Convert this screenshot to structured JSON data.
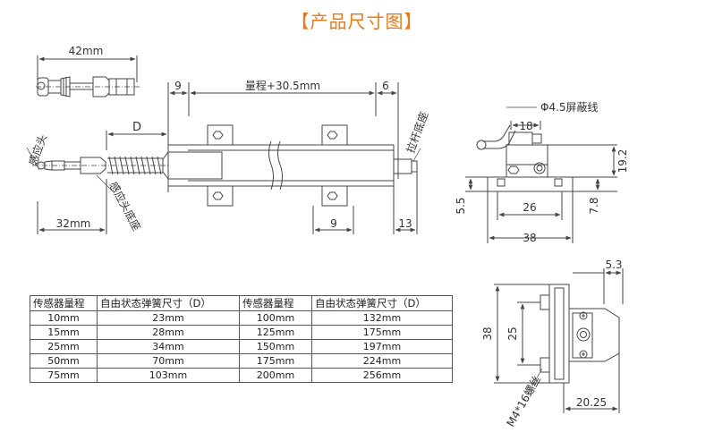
{
  "title": "【产品尺寸图】",
  "side_view": {
    "dim_42mm": "42mm",
    "dim_9_left": "9",
    "dim_range": "量程+30.5mm",
    "dim_6": "6",
    "dim_D": "D",
    "label_sensor_head": "感应头",
    "label_head_base": "感应头底座",
    "label_rod_base": "拉杆底座",
    "dim_32mm": "32mm",
    "dim_9_bottom": "9",
    "dim_13": "13"
  },
  "end_view": {
    "label_shield_cable": "Φ4.5屏蔽线",
    "dim_18": "18",
    "dim_19_2": "19.2",
    "dim_5_5": "5.5",
    "dim_26": "26",
    "dim_7_8": "7.8",
    "dim_38": "38"
  },
  "bracket_view": {
    "dim_5_3": "5.3",
    "dim_38": "38",
    "dim_25": "25",
    "label_screw": "M4*16螺丝",
    "dim_20_25": "20.25"
  },
  "table": {
    "headers": [
      "传感器量程",
      "自由状态弹簧尺寸（D）",
      "传感器量程",
      "自由状态弹簧尺寸（D）"
    ],
    "rows": [
      [
        "10mm",
        "23mm",
        "100mm",
        "132mm"
      ],
      [
        "15mm",
        "28mm",
        "125mm",
        "175mm"
      ],
      [
        "25mm",
        "34mm",
        "150mm",
        "197mm"
      ],
      [
        "50mm",
        "70mm",
        "175mm",
        "224mm"
      ],
      [
        "75mm",
        "103mm",
        "200mm",
        "256mm"
      ]
    ]
  }
}
